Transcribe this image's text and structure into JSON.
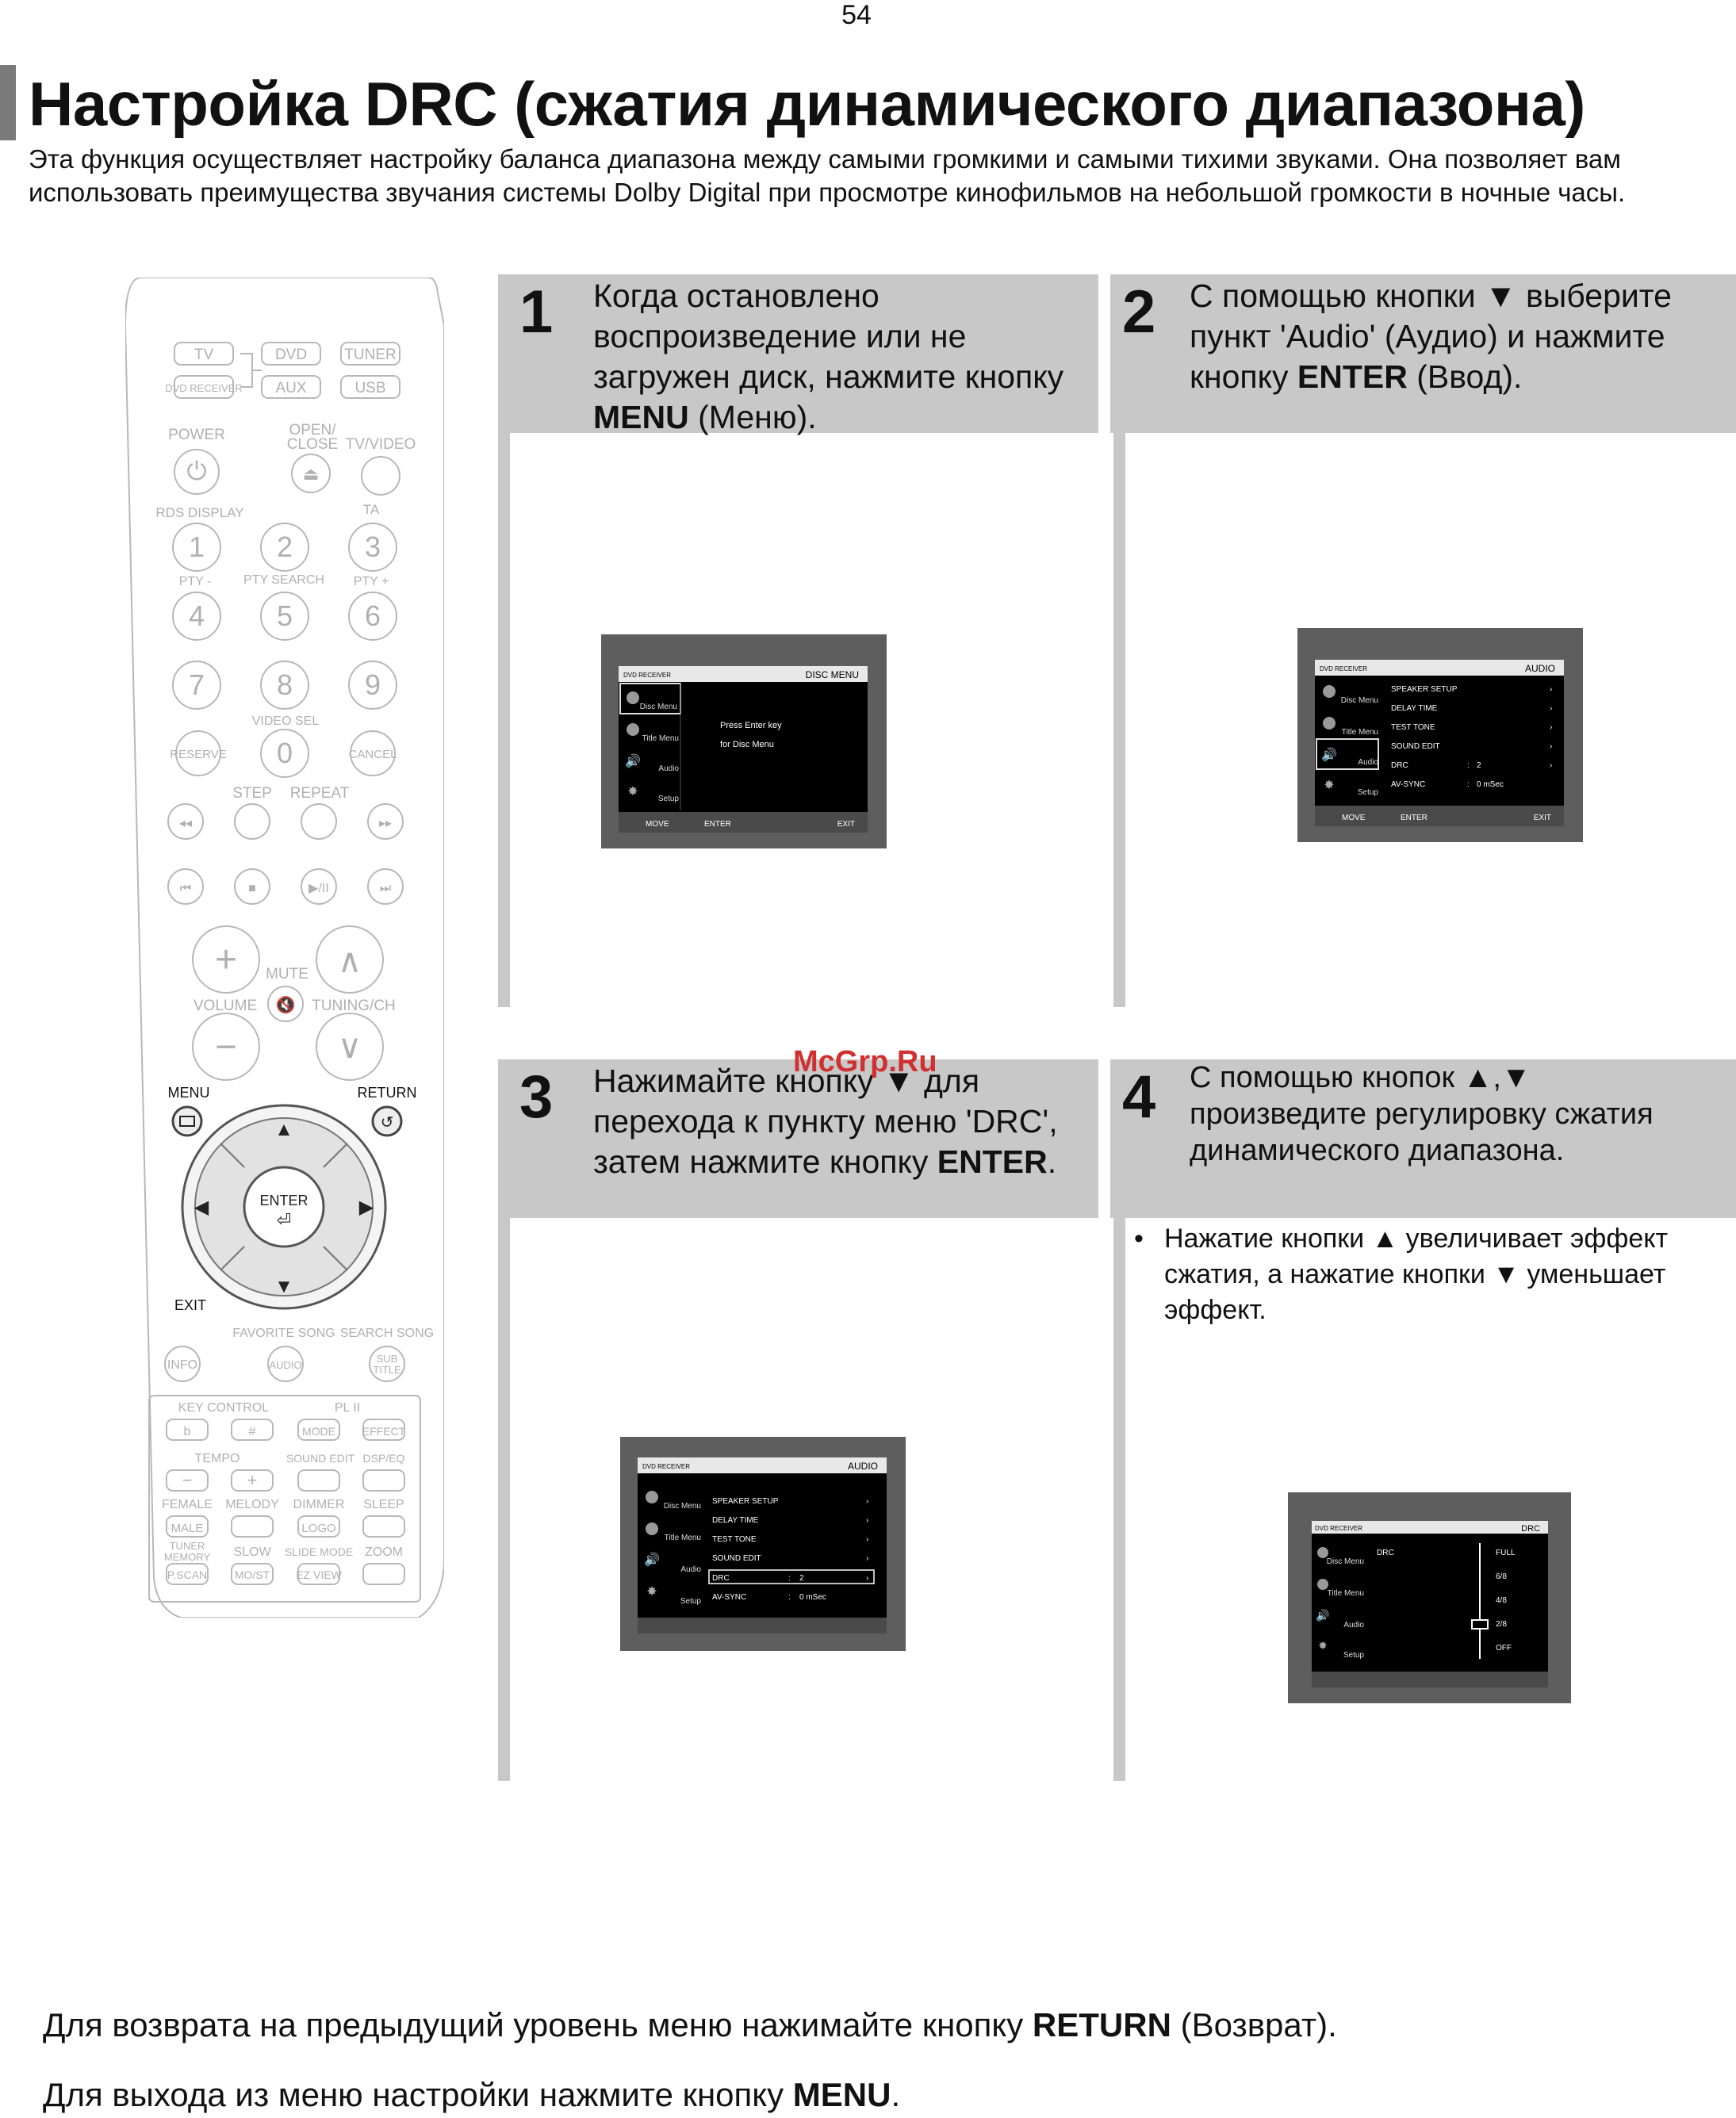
{
  "page_number": "54",
  "title": "Настройка DRC (сжатия динамического диапазона)",
  "intro": "Эта функция осуществляет настройку баланса диапазона между самыми громкими и самыми тихими звуками. Она позволяет вам использовать преимущества звучания системы Dolby Digital при просмотре кинофильмов на небольшой громкости в ночные часы.",
  "watermark": "McGrp.Ru",
  "steps": [
    {
      "num": "1",
      "pre": "Когда остановлено воспроизведение или не загружен диск, нажмите кнопку ",
      "bold": "MENU",
      "post": " (Меню)."
    },
    {
      "num": "2",
      "pre": "С помощью кнопки ▼ выберите пункт 'Audio' (Аудио) и нажмите кнопку ",
      "bold": "ENTER",
      "post": " (Ввод)."
    },
    {
      "num": "3",
      "pre": "Нажимайте кнопку ▼ для перехода к пункту меню 'DRC', затем нажмите кнопку ",
      "bold": "ENTER",
      "post": "."
    },
    {
      "num": "4",
      "pre": "С помощью кнопок ▲,▼ произведите регулировку сжатия динамического диапазона.",
      "bold": "",
      "post": ""
    }
  ],
  "bullet": "Нажатие кнопки ▲ увеличивает эффект сжатия, а нажатие кнопки ▼ уменьшает эффект.",
  "footer": [
    {
      "pre": "Для возврата на предыдущий уровень меню нажимайте кнопку ",
      "bold": "RETURN",
      "post": " (Возврат)."
    },
    {
      "pre": "Для выхода из меню настройки нажмите кнопку ",
      "bold": "MENU",
      "post": "."
    }
  ],
  "osd": {
    "brand": "DVD RECEIVER",
    "side_items": [
      "Disc Menu",
      "Title Menu",
      "Audio",
      "Setup"
    ],
    "screen1": {
      "header": "DISC MENU",
      "lines": [
        "Press Enter key",
        "for Disc Menu"
      ],
      "bottom": [
        "MOVE",
        "ENTER",
        "EXIT"
      ]
    },
    "screen2": {
      "header": "AUDIO",
      "items": [
        "SPEAKER SETUP",
        "DELAY TIME",
        "TEST TONE",
        "SOUND EDIT",
        "DRC",
        "AV-SYNC"
      ],
      "drc_value": "2",
      "avsync_value": "0 mSec",
      "bottom": [
        "MOVE",
        "ENTER",
        "EXIT"
      ]
    },
    "screen3": {
      "header": "AUDIO",
      "items": [
        "SPEAKER SETUP",
        "DELAY TIME",
        "TEST TONE",
        "SOUND EDIT",
        "DRC",
        "AV-SYNC"
      ],
      "drc_value": "2",
      "avsync_value": "0 mSec"
    },
    "screen4": {
      "header": "DRC",
      "label": "DRC",
      "scale": [
        "FULL",
        "6/8",
        "4/8",
        "2/8",
        "OFF"
      ]
    }
  },
  "remote": {
    "source_buttons": [
      "TV",
      "DVD",
      "TUNER",
      "DVD RECEIVER",
      "AUX",
      "USB"
    ],
    "top_labels": [
      "POWER",
      "OPEN/\nCLOSE",
      "TV/VIDEO",
      "RDS DISPLAY",
      "TA"
    ],
    "digits": [
      "1",
      "2",
      "3",
      "4",
      "5",
      "6",
      "7",
      "8",
      "9",
      "0"
    ],
    "digit_labels": [
      "PTY -",
      "PTY SEARCH",
      "PTY +",
      "VIDEO SEL"
    ],
    "reserve": "RESERVE",
    "cancel": "CANCEL",
    "step": "STEP",
    "repeat": "REPEAT",
    "mute": "MUTE",
    "volume": "VOLUME",
    "tuning": "TUNING/CH",
    "menu": "MENU",
    "return": "RETURN",
    "enter": "ENTER",
    "exit": "EXIT",
    "favorite_song": "FAVORITE SONG",
    "search_song": "SEARCH SONG",
    "info": "INFO",
    "audio": "AUDIO",
    "subtitle": "SUB\nTITLE",
    "key_control": "KEY CONTROL",
    "pl2": "PL II",
    "keys": [
      "b",
      "#",
      "MODE",
      "EFFECT"
    ],
    "tempo": "TEMPO",
    "sound_edit": "SOUND EDIT",
    "dsp_eq": "DSP/EQ",
    "row_labels": [
      "FEMALE",
      "MELODY",
      "DIMMER",
      "SLEEP"
    ],
    "row_buttons": [
      "MALE",
      "",
      "LOGO",
      ""
    ],
    "row2_labels": [
      "TUNER MEMORY",
      "SLOW",
      "SLIDE MODE",
      "ZOOM"
    ],
    "row2_buttons": [
      "P.SCAN",
      "MO/ST",
      "EZ VIEW",
      ""
    ]
  },
  "colors": {
    "panel": "#c8c8c8",
    "osd_bg": "#000000",
    "osd_frame": "#5e5e5e",
    "remote_line": "#b8b8b8"
  }
}
